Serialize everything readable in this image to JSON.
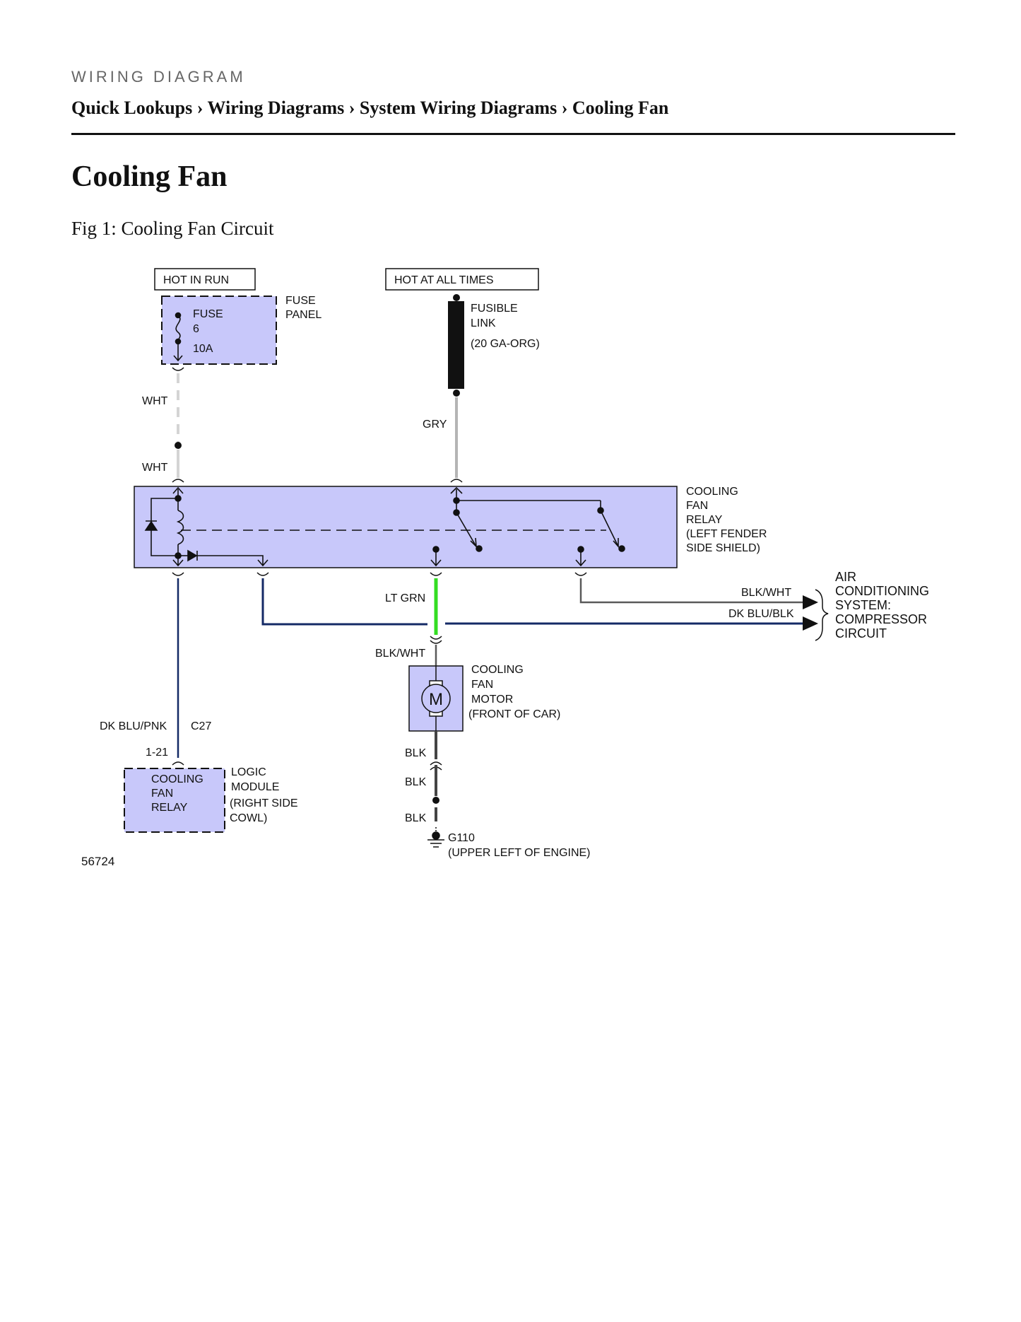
{
  "header": {
    "kicker": "WIRING DIAGRAM",
    "breadcrumb": [
      "Quick Lookups",
      "Wiring Diagrams",
      "System Wiring Diagrams",
      "Cooling Fan"
    ],
    "separator": "›"
  },
  "page_title": "Cooling Fan",
  "figure_caption": "Fig 1: Cooling Fan Circuit",
  "diagram": {
    "hot_in_run": "HOT IN RUN",
    "hot_at_all_times": "HOT AT ALL TIMES",
    "fuse": {
      "line1": "FUSE",
      "line2": "6",
      "line3": "10A"
    },
    "fuse_panel": [
      "FUSE",
      "PANEL"
    ],
    "fusible_link": [
      "FUSIBLE",
      "LINK",
      "(20 GA-ORG)"
    ],
    "wires": {
      "wht_1": "WHT",
      "wht_2": "WHT",
      "gry": "GRY",
      "lt_grn": "LT GRN",
      "blk_wht_motor": "BLK/WHT",
      "blk_wht_ac": "BLK/WHT",
      "dk_blu_blk": "DK BLU/BLK",
      "dk_blu_pnk": "DK BLU/PNK",
      "blk_1": "BLK",
      "blk_2": "BLK",
      "blk_3": "BLK"
    },
    "connectors": {
      "c27": "C27",
      "pin": "1-21"
    },
    "relay_label": [
      "COOLING",
      "FAN",
      "RELAY",
      "(LEFT FENDER",
      "SIDE SHIELD)"
    ],
    "ac_system": [
      "AIR",
      "CONDITIONING",
      "SYSTEM:",
      "COMPRESSOR",
      "CIRCUIT"
    ],
    "motor_label": [
      "COOLING",
      "FAN",
      "MOTOR",
      "(FRONT OF CAR)"
    ],
    "motor_symbol": "M",
    "logic_module_box": [
      "COOLING",
      "FAN",
      "RELAY"
    ],
    "logic_module_label": [
      "LOGIC",
      "MODULE",
      "(RIGHT SIDE",
      "COWL)"
    ],
    "ground": {
      "id": "G110",
      "location": "(UPPER LEFT OF ENGINE)"
    },
    "figure_number": "56724",
    "colors": {
      "component_fill": "#c8c8fa",
      "wht_wire": "#d4d4d4",
      "gry_wire": "#b4b4b4",
      "lt_grn_wire": "#33dd22",
      "dk_blu_wire": "#142a66",
      "blk_wht_wire": "#5a5a5a",
      "blk_wire": "#444444"
    }
  }
}
